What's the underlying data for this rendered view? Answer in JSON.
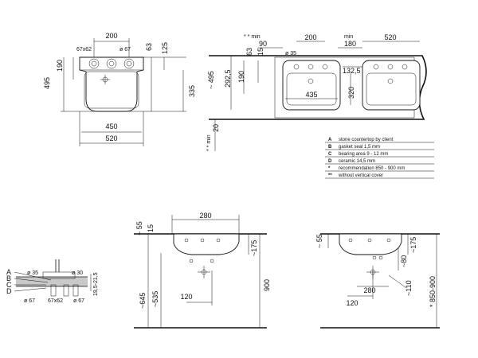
{
  "front_view": {
    "dims": {
      "top_width": "200",
      "hole_size": "67x62",
      "hole_diameter": "ø 67",
      "right_top": "63",
      "right_depth": "125",
      "left_depth": "190",
      "total_depth": "495",
      "right_inner": "335",
      "bowl_width": "450",
      "total_width": "520"
    }
  },
  "countertop_view": {
    "dims": {
      "min_label": "min",
      "min_90_star": "* * min",
      "min_90": "90",
      "d63": "63",
      "d15": "15",
      "d200": "200",
      "min_180_label": "min",
      "min_180": "180",
      "d520": "520",
      "hole35": "ø 35",
      "d132": "132,5",
      "d495": "~ 495",
      "d2925": "292,5",
      "d190": "190",
      "d320": "320",
      "d435": "435",
      "min_20_label": "* * min",
      "min_20": "20"
    }
  },
  "legend": [
    {
      "key": "A",
      "text": "stone countertop by client"
    },
    {
      "key": "B",
      "text": "gasket seal 1,5 mm"
    },
    {
      "key": "C",
      "text": "bearing area 9 - 12 mm"
    },
    {
      "key": "D",
      "text": "ceramic 14,5 mm"
    },
    {
      "key": "*",
      "text": "recommendation 850 - 900 mm"
    },
    {
      "key": "**",
      "text": "without vertical cover"
    }
  ],
  "section_view": {
    "labels": [
      "A",
      "B",
      "C",
      "D"
    ],
    "d35": "ø 35",
    "d30": "ø 30",
    "d67a": "ø 67",
    "d6762": "67x62",
    "d67b": "ø 67",
    "thickness": "19,5-21,5"
  },
  "side_view_1": {
    "d55": "~ 55",
    "d15": "15",
    "d280": "280",
    "d175": "~175",
    "d645": "~645",
    "d535": "~535",
    "d120": "120",
    "d900": "900"
  },
  "side_view_2": {
    "d55": "~ 55",
    "d175": "~175",
    "d80": "~80",
    "d110": "~110",
    "d280": "280",
    "d120": "120",
    "d850": "* 850-900"
  }
}
